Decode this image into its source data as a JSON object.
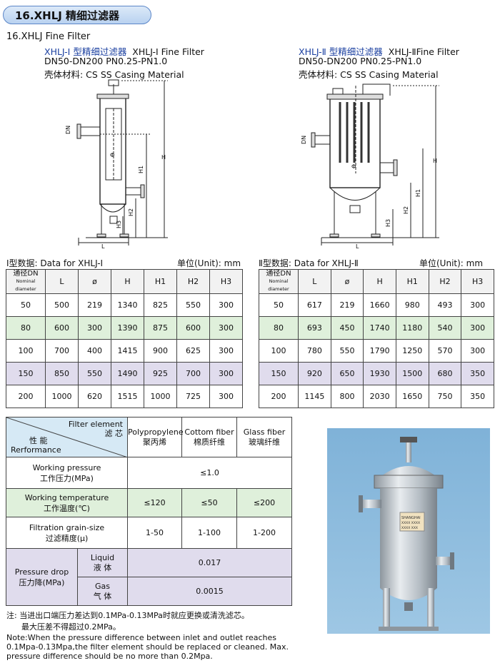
{
  "header": {
    "banner": "16.XHLJ 精细过滤器",
    "subtitle_en": "16.XHLJ Fine Filter"
  },
  "model1": {
    "title_cn": "XHLJ-I 型精细过滤器",
    "title_en": "XHLJ-I Fine Filter",
    "range": "DN50-DN200   PN0.25-PN1.0",
    "material": "壳体材料:  CS   SS Casing Material"
  },
  "model2": {
    "title_cn": "XHLJ-Ⅱ 型精细过滤器",
    "title_en": "XHLJ-ⅡFine Filter",
    "range": "DN50-DN200   PN0.25-PN1.0",
    "material": "壳体材料:  CS   SS Casing Material"
  },
  "drawing_labels": {
    "dn": "DN",
    "phi": "Φ",
    "L": "L",
    "H": "H",
    "H1": "H1",
    "H2": "H2",
    "H3": "H3"
  },
  "table1": {
    "caption": "Ⅰ型数据:  Data for XHLJ-Ⅰ",
    "unit": "单位(Unit):  mm",
    "headers": [
      "通径DN",
      "L",
      "ø",
      "H",
      "H1",
      "H2",
      "H3"
    ],
    "header_sub": "Nominal diameter",
    "rows": [
      [
        "50",
        "500",
        "219",
        "1340",
        "825",
        "550",
        "300"
      ],
      [
        "80",
        "600",
        "300",
        "1390",
        "875",
        "600",
        "300"
      ],
      [
        "100",
        "700",
        "400",
        "1415",
        "900",
        "625",
        "300"
      ],
      [
        "150",
        "850",
        "550",
        "1490",
        "925",
        "700",
        "300"
      ],
      [
        "200",
        "1000",
        "620",
        "1515",
        "1000",
        "725",
        "300"
      ]
    ]
  },
  "table2": {
    "caption": "Ⅱ型数据:  Data for XHLJ-Ⅱ",
    "unit": "单位(Unit):  mm",
    "headers": [
      "通径DN",
      "L",
      "ø",
      "H",
      "H1",
      "H2",
      "H3"
    ],
    "header_sub": "Nominal diameter",
    "rows": [
      [
        "50",
        "617",
        "219",
        "1660",
        "980",
        "493",
        "300"
      ],
      [
        "80",
        "693",
        "450",
        "1740",
        "1180",
        "540",
        "300"
      ],
      [
        "100",
        "780",
        "550",
        "1790",
        "1250",
        "570",
        "300"
      ],
      [
        "150",
        "920",
        "650",
        "1930",
        "1500",
        "680",
        "350"
      ],
      [
        "200",
        "1145",
        "800",
        "2030",
        "1650",
        "750",
        "350"
      ]
    ]
  },
  "perf": {
    "corner_top_en": "Filter element",
    "corner_top_cn": "滤 芯",
    "corner_bottom_cn": "性  能",
    "corner_bottom_en": "Rerformance",
    "col1_en": "Polypropylene",
    "col1_cn": "聚丙烯",
    "col2_en": "Cottom fiber",
    "col2_cn": "棉质纤维",
    "col3_en": "Glass fiber",
    "col3_cn": "玻璃纤维",
    "pressure_en": "Working pressure",
    "pressure_cn": "工作压力(MPa)",
    "pressure_val": "≤1.0",
    "temp_en": "Working temperature",
    "temp_cn": "工作温度(℃)",
    "temp_vals": [
      "≤120",
      "≤50",
      "≤200"
    ],
    "grain_en": "Filtration grain-size",
    "grain_cn": "过滤精度(μ)",
    "grain_vals": [
      "1-50",
      "1-100",
      "1-200"
    ],
    "drop_en": "Pressure drop",
    "drop_cn": "压力降(MPa)",
    "liquid_en": "Liquid",
    "liquid_cn": "液  体",
    "liquid_val": "0.017",
    "gas_en": "Gas",
    "gas_cn": "气  体",
    "gas_val": "0.0015"
  },
  "notes": {
    "cn1": "注:  当进出口端压力差达到0.1MPa-0.13MPa时就应更换或清洗滤芯。",
    "cn2": "最大压差不得超过0.2MPa。",
    "en1": "Note:When the pressure difference between inlet and outlet reaches",
    "en2": "0.1Mpa-0.13Mpa,the filter element should be replaced or cleaned. Max.",
    "en3": "pressure difference should be no more than 0.2Mpa."
  },
  "photo_plate": {
    "line1": "SHANGHAI",
    "line2": "XXXX XXXX",
    "line3": "XXXX XXX"
  }
}
